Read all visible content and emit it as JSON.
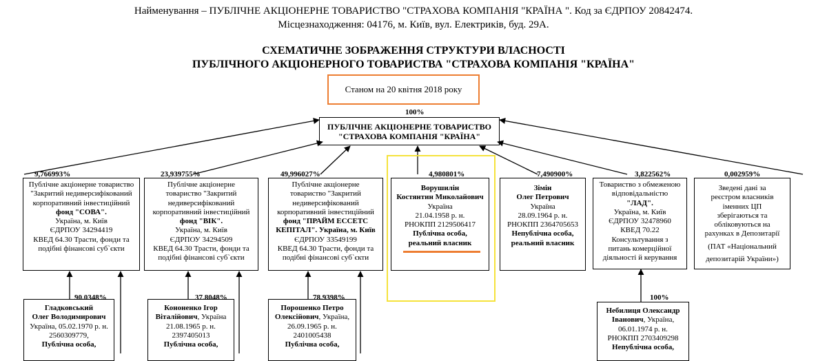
{
  "header": {
    "line1": "Найменування – ПУБЛІЧНЕ АКЦІОНЕРНЕ ТОВАРИСТВО \"СТРАХОВА КОМПАНІЯ \"КРАЇНА \". Код за ЄДРПОУ 20842474.",
    "line2": "Місцезнаходження: 04176, м. Київ, вул. Електриків, буд. 29А."
  },
  "title": {
    "line1": "СХЕМАТИЧНЕ ЗОБРАЖЕННЯ СТРУКТУРИ ВЛАСНОСТІ",
    "line2": "ПУБЛІЧНОГО АКЦІОНЕРНОГО ТОВАРИСТВА \"СТРАХОВА КОМПАНІЯ \"КРАЇНА\""
  },
  "date_label": "Станом на 20 квітня 2018 року",
  "main": {
    "pct": "100%",
    "line1": "ПУБЛІЧНЕ АКЦІОНЕРНЕ ТОВАРИСТВО",
    "line2": "\"СТРАХОВА КОМПАНІЯ \"КРАЇНА\""
  },
  "colors": {
    "date_border": "#ed7d31",
    "highlight_box": "#f5e23a",
    "underline": "#ed7d31"
  },
  "owners": [
    {
      "pct": "9,766993%",
      "lines": [
        "Публічне акціонерне товариство",
        "\"Закритий недиверсифікований",
        "корпоративний інвестиційний",
        "фонд \"СОВА\".",
        "Україна, м. Київ",
        "ЄДРПОУ 34294419",
        "КВЕД 64.30 Трасти, фонди та",
        "подібні фінансові суб`єкти"
      ]
    },
    {
      "pct": "23,939755%",
      "lines": [
        "Публічне акціонерне",
        "товариство \"Закритий",
        "недиверсифікований",
        "корпоративний інвестиційний",
        "фонд \"ВІК\".",
        "Україна, м. Київ",
        "ЄДРПОУ 34294509",
        "КВЕД 64.30 Трасти, фонди та",
        "подібні фінансові суб`єкти"
      ]
    },
    {
      "pct": "49,996027%",
      "lines": [
        "Публічне акціонерне",
        "товариство \"Закритий",
        "недиверсифікований",
        "корпоративний інвестиційний",
        "фонд \"ПРАЙМ ЕССЕТС",
        "КЕПІТАЛ\". Україна, м. Київ",
        "ЄДРПОУ 33549199",
        "КВЕД 64.30 Трасти, фонди та",
        "подібні фінансові суб`єкти"
      ]
    },
    {
      "pct": "4,980801%",
      "name1": "Ворушилін",
      "name2": "Костянтин Миколайович",
      "lines": [
        "Україна",
        "21.04.1958 р. н.",
        "РНОКПП 2129506417"
      ],
      "status1": "Публічна особа,",
      "status2": "реальний власник"
    },
    {
      "pct": "7,490900%",
      "name1": "Зімін",
      "name2": "Олег Петрович",
      "lines": [
        "Україна",
        "28.09.1964 р. н.",
        "РНОКПП 2364705653"
      ],
      "status1": "Непублічна особа,",
      "status2": "реальний власник"
    },
    {
      "pct": "3,822562%",
      "lines": [
        "Товариство з обмеженою",
        "відповідальністю",
        "\"ЛАД\".",
        "Україна, м. Київ",
        "ЄДРПОУ 32478960",
        "КВЕД 70.22",
        "Консультування з",
        "питань комерційної",
        "діяльності й керування"
      ]
    },
    {
      "pct": "0,002959%",
      "lines": [
        "Зведені дані за",
        "реєстром власників",
        "іменних ЦП",
        "зберігаються та",
        "обліковуються на",
        "рахунках в Депозитарії",
        "(ПАТ «Національний",
        "депозитарій України»)"
      ]
    }
  ],
  "sub_owners": [
    {
      "pct": "90,0348%",
      "name1": "Гладковський",
      "name2": "Олег Володимирович",
      "lines": [
        "Україна, 05.02.1970 р. н.",
        "2560309779,"
      ],
      "status": "Публічна особа,"
    },
    {
      "pct": "37,8048%",
      "name1": "Кононенко Ігор",
      "name2": "Віталійович",
      "after_name2": ", Україна",
      "lines": [
        "21.08.1965 р. н.",
        "2397405013"
      ],
      "status": "Публічна особа,"
    },
    {
      "pct": "78,9398%",
      "name1": "Порошенко Петро",
      "name2": "Олексійович",
      "after_name2": ", Україна,",
      "lines": [
        "26.09.1965 р. н.",
        "2401005438"
      ],
      "status": "Публічна особа,"
    },
    {
      "pct": "100%",
      "name1": "Небилиця Олександр",
      "name2": "Іванович",
      "after_name2": ", Україна,",
      "lines": [
        "06.01.1974 р. н.",
        "РНОКПП 2703409298"
      ],
      "status": "Непублічна особа,"
    }
  ]
}
